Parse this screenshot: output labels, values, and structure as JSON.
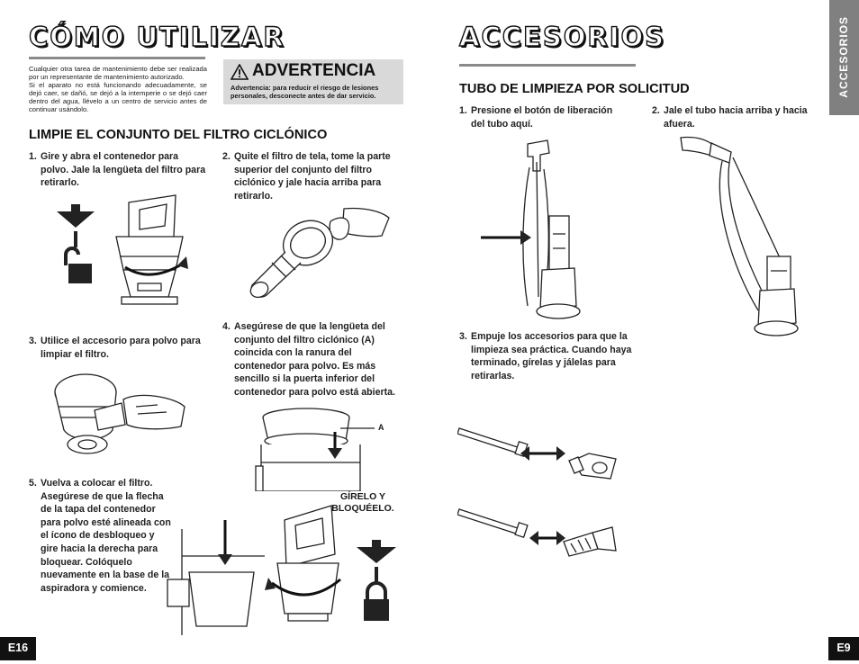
{
  "left": {
    "title": "CÓMO UTILIZAR",
    "intro": "Cualquier otra tarea de mantenimiento debe ser realizada por un representante de mantenimiento autorizado.\nSi el aparato no está funcionando adecuadamente, se dejó caer, se dañó, se dejó a la intemperie o se dejó caer dentro del agua, llévelo a un centro de servicio antes de continuar usándolo.",
    "warning": {
      "heading": "ADVERTENCIA",
      "text": "Advertencia: para reducir el riesgo de lesiones personales, desconecte antes de dar servicio."
    },
    "section_heading": "LIMPIE EL CONJUNTO DEL FILTRO CICLÓNICO",
    "steps": [
      {
        "num": "1.",
        "text": "Gire y abra el contenedor para polvo. Jale la lengüeta del filtro para retirarlo."
      },
      {
        "num": "2.",
        "text": "Quite el filtro de tela, tome la parte superior del conjunto del filtro ciclónico y jale hacia arriba para retirarlo."
      },
      {
        "num": "3.",
        "text": "Utilice el accesorio para polvo para limpiar el filtro."
      },
      {
        "num": "4.",
        "text": "Asegúrese de que la lengüeta del conjunto del filtro ciclónico (A) coincida con la ranura del contenedor para polvo. Es más sencillo si la puerta inferior del contenedor para polvo está abierta."
      },
      {
        "num": "5.",
        "text": "Vuelva a colocar el filtro. Asegúrese de que la flecha de la tapa del contenedor para polvo esté alineada con el ícono de desbloqueo y gire hacia la derecha para bloquear. Colóquelo nuevamente en la base de la aspiradora y comience."
      }
    ],
    "label_a": "A",
    "twist_label": "GÍRELO Y BLOQUÉELO.",
    "page_num": "E16"
  },
  "right": {
    "title": "ACCESORIOS",
    "section_heading": "TUBO DE LIMPIEZA POR SOLICITUD",
    "steps": [
      {
        "num": "1.",
        "text": "Presione el botón de liberación del tubo aquí."
      },
      {
        "num": "2.",
        "text": "Jale el tubo hacia arriba y hacia afuera."
      },
      {
        "num": "3.",
        "text": "Empuje los accesorios para que la limpieza sea práctica. Cuando haya terminado, gírelas y jálelas para retirarlas."
      }
    ],
    "side_tab": "ACCESORIOS",
    "page_num": "E9"
  }
}
